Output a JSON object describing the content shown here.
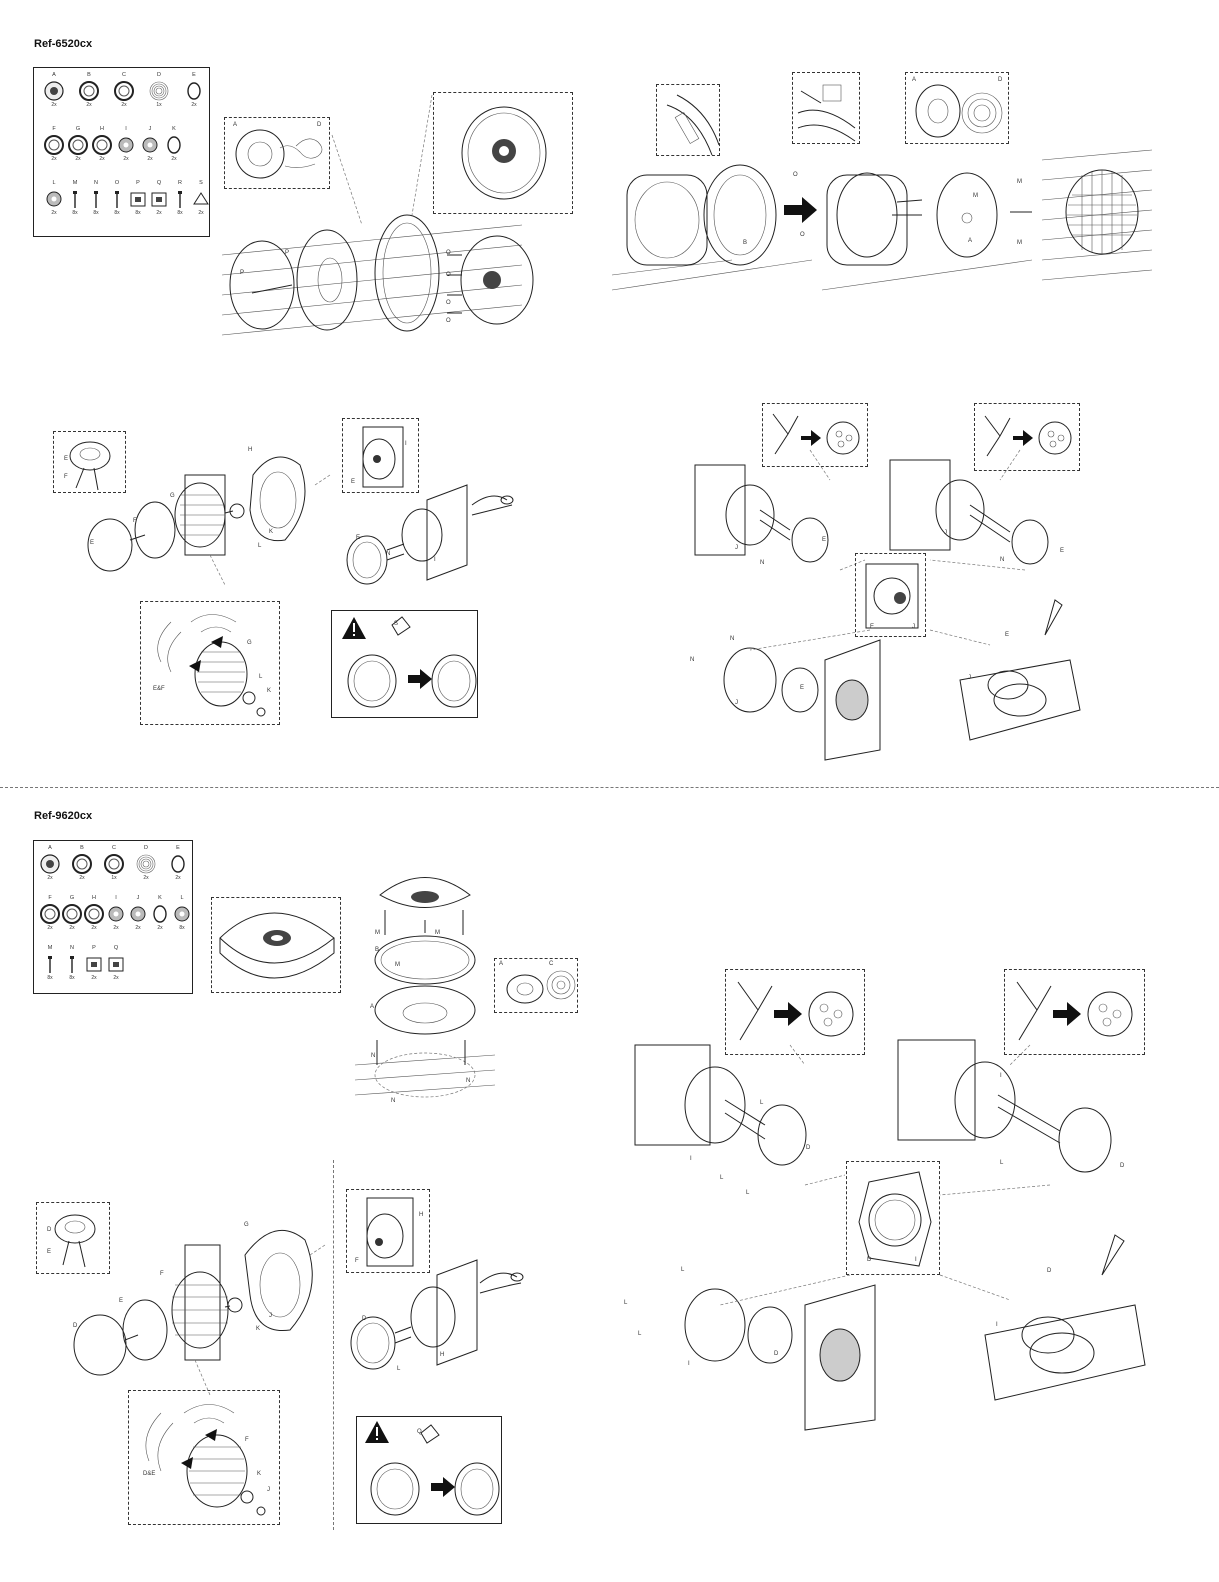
{
  "models": [
    {
      "name": "Ref-6520cx",
      "parts": [
        {
          "letter": "A",
          "qty": "2x"
        },
        {
          "letter": "B",
          "qty": "2x"
        },
        {
          "letter": "C",
          "qty": "2x"
        },
        {
          "letter": "D",
          "qty": "1x"
        },
        {
          "letter": "E",
          "qty": "2x"
        },
        {
          "letter": "F",
          "qty": "2x"
        },
        {
          "letter": "G",
          "qty": "2x"
        },
        {
          "letter": "H",
          "qty": "2x"
        },
        {
          "letter": "I",
          "qty": "2x"
        },
        {
          "letter": "J",
          "qty": "2x"
        },
        {
          "letter": "K",
          "qty": "2x"
        },
        {
          "letter": "L",
          "qty": "2x"
        },
        {
          "letter": "M",
          "qty": "8x"
        },
        {
          "letter": "N",
          "qty": "8x"
        },
        {
          "letter": "O",
          "qty": "8x"
        },
        {
          "letter": "P",
          "qty": "8x"
        },
        {
          "letter": "Q",
          "qty": "2x"
        },
        {
          "letter": "R",
          "qty": "8x"
        },
        {
          "letter": "S",
          "qty": "2x"
        }
      ]
    },
    {
      "name": "Ref-9620cx",
      "parts": [
        {
          "letter": "A",
          "qty": "2x"
        },
        {
          "letter": "B",
          "qty": "2x"
        },
        {
          "letter": "C",
          "qty": "1x"
        },
        {
          "letter": "D",
          "qty": "2x"
        },
        {
          "letter": "E",
          "qty": "2x"
        },
        {
          "letter": "F",
          "qty": "2x"
        },
        {
          "letter": "G",
          "qty": "2x"
        },
        {
          "letter": "H",
          "qty": "2x"
        },
        {
          "letter": "I",
          "qty": "2x"
        },
        {
          "letter": "J",
          "qty": "2x"
        },
        {
          "letter": "K",
          "qty": "2x"
        },
        {
          "letter": "L",
          "qty": "8x"
        },
        {
          "letter": "M",
          "qty": "8x"
        },
        {
          "letter": "N",
          "qty": "8x"
        },
        {
          "letter": "P",
          "qty": "2x"
        },
        {
          "letter": "Q",
          "qty": "2x"
        }
      ]
    }
  ],
  "callouts": {
    "m1_spk_a": "A",
    "m1_spk_d": "D",
    "m1_p1": "P",
    "m1_p2": "P",
    "m1_o1": "O",
    "m1_o2": "O",
    "m1_o3": "O",
    "m1_o4": "O",
    "m1_car_o1": "O",
    "m1_car_o2": "O",
    "m1_car_b": "B",
    "m1_car_m": "M",
    "m1_car_m2": "M",
    "m1_car_m3": "M",
    "m1_car_a": "A",
    "m1_tw_e": "E",
    "m1_tw_f": "F",
    "m1_tw_e2": "E",
    "m1_tw_f2": "F",
    "m1_tw_g": "G",
    "m1_tw_h": "H",
    "m1_tw_k": "K",
    "m1_tw_l": "L",
    "m1_tw_ef": "E&F",
    "m1_tw_g2": "G",
    "m1_tw_l2": "L",
    "m1_tw_k2": "K",
    "m1_sm_e": "E",
    "m1_sm_i": "I",
    "m1_sm_e2": "E",
    "m1_sm_i2": "I",
    "m1_sm_n": "N",
    "m1_warn_s": "S",
    "m1_cx_j": "J",
    "m1_cx_n": "N",
    "m1_cx_e": "E",
    "m1_cx_j2": "J",
    "m1_cx_n2": "N",
    "m1_cx_e2": "E",
    "m1_cx_ee": "E",
    "m1_cx_jj": "J",
    "m1_cx_n3": "N",
    "m1_cx_n4": "N",
    "m1_cx_j3": "J",
    "m1_cx_e3": "E",
    "m1_cx_e4": "E",
    "m1_cx_j4": "J",
    "m2_m1": "M",
    "m2_m2": "M",
    "m2_b": "B",
    "m2_m3": "M",
    "m2_a": "A",
    "m2_n1": "N",
    "m2_n2": "N",
    "m2_n3": "N",
    "m2_sa": "A",
    "m2_sc": "C",
    "m2_tw_d": "D",
    "m2_tw_e": "E",
    "m2_tw_d2": "D",
    "m2_tw_e2": "E",
    "m2_tw_f": "F",
    "m2_tw_g": "G",
    "m2_tw_j": "J",
    "m2_tw_k": "K",
    "m2_tw_de": "D&E",
    "m2_tw_f2": "F",
    "m2_tw_k2": "K",
    "m2_tw_j2": "J",
    "m2_sm_h": "H",
    "m2_sm_f": "F",
    "m2_sm_d": "D",
    "m2_sm_h2": "H",
    "m2_sm_l": "L",
    "m2_warn_q": "Q",
    "m2_cx_l": "L",
    "m2_cx_i": "I",
    "m2_cx_d": "D",
    "m2_cx_l2": "L",
    "m2_cx_l3": "L",
    "m2_cx_i2": "I",
    "m2_cx_d2": "D",
    "m2_cx_l4": "L",
    "m2_cx_dd": "D",
    "m2_cx_ii": "I",
    "m2_cx_l5": "L",
    "m2_cx_l6": "L",
    "m2_cx_l7": "L",
    "m2_cx_i3": "I",
    "m2_cx_d3": "D",
    "m2_cx_d4": "D",
    "m2_cx_i4": "I"
  }
}
